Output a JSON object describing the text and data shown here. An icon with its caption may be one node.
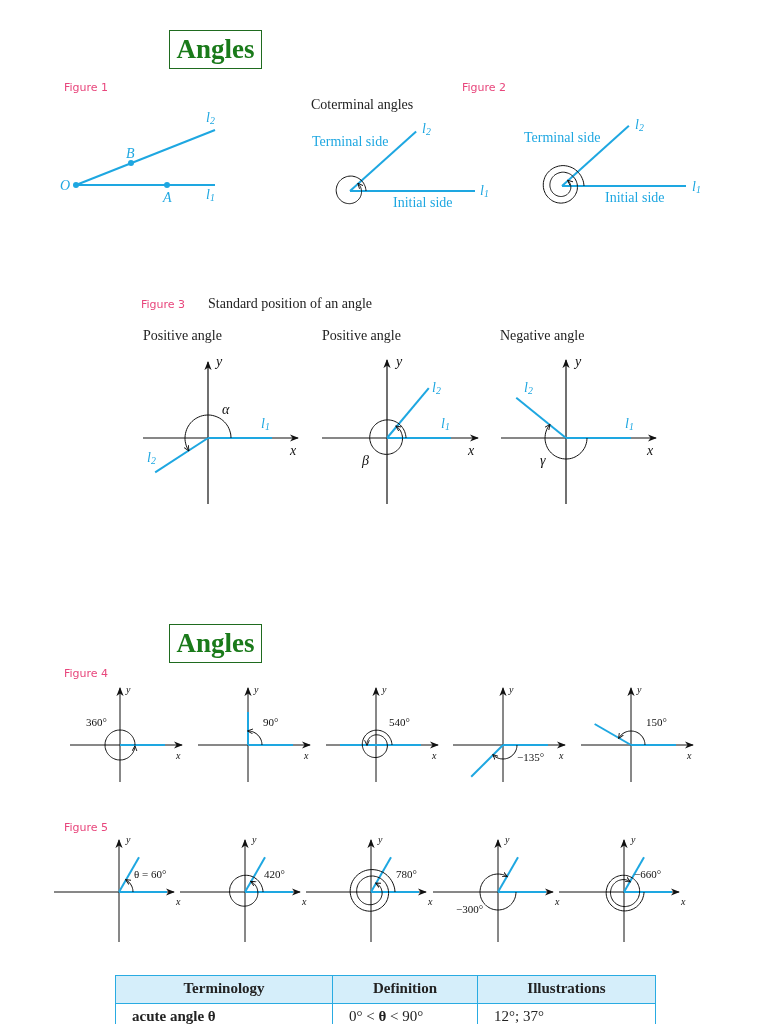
{
  "diagram": {
    "nodes": [
      {
        "text": [
          "Angles"
        ]
      },
      {
        "text": [
          "Angles"
        ]
      }
    ],
    "labels": [
      "Figure 1",
      "Figure 2",
      "Coterminal angles",
      "l$_{2}$",
      "B",
      "O",
      "A",
      "l$_{1}$",
      "Terminal side",
      "l$_{2}$",
      "l$_{1}$",
      "Initial side",
      "Terminal side",
      "l$_{2}$",
      "l$_{1}$",
      "Initial side",
      "Figure 3",
      "Standard position of an angle",
      "Positive angle",
      "Positive angle",
      "Negative angle",
      "y",
      "α",
      "l$_{1}$",
      "x",
      "l$_{2}$",
      "y",
      "l$_{2}$",
      "l$_{1}$",
      "x",
      "β",
      "y",
      "l$_{2}$",
      "l$_{1}$",
      "x",
      "γ",
      "Figure 4",
      "y",
      "360°",
      "x",
      "y",
      "90°",
      "x",
      "y",
      "540°",
      "x",
      "y",
      "−135°",
      "x",
      "y",
      "150°",
      "x",
      "Figure 5",
      "y",
      "θ = 60°",
      "x",
      "y",
      "420°",
      "x",
      "y",
      "780°",
      "x",
      "y",
      "−300°",
      "x",
      "y",
      "−660°",
      "x",
      "Terminology",
      "Definition",
      "Illustrations",
      "acute angle θ",
      "0° < **θ** < 90°",
      "12°; 37°"
    ]
  }
}
